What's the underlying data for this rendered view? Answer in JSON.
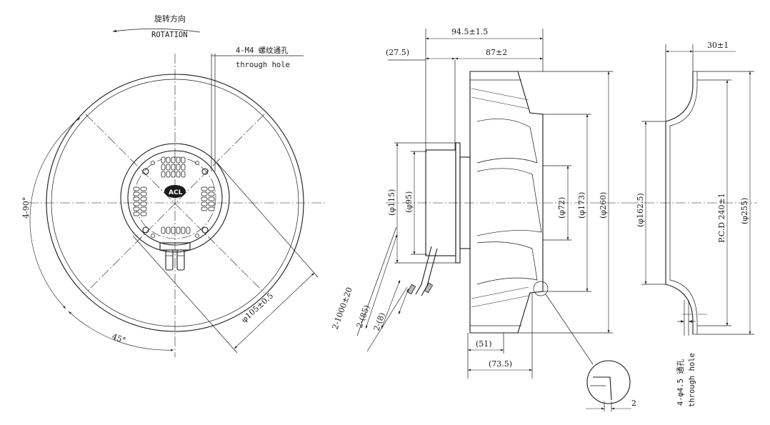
{
  "front_view": {
    "rotation_cn": "旋转方向",
    "rotation_en": "ROTATION",
    "hole_note_cn": "4-M4 螺纹通孔",
    "hole_note_en": "through hole",
    "angle_4x90": "4-90°",
    "angle_45": "45°",
    "dia_105": "φ105±0.5"
  },
  "side_view": {
    "len_94_5": "94.5±1.5",
    "len_27_5": "(27.5)",
    "len_87": "87±2",
    "dia_115": "(φ115)",
    "dia_95": "(φ95)",
    "dia_72": "(φ72)",
    "dia_173": "(φ173)",
    "dia_260": "(φ260)",
    "cable_1000": "2-1000±20",
    "cable_85": "2-(85)",
    "cable_8": "2-(8)",
    "len_51": "(51)",
    "len_73_5": "(73.5)",
    "detail_2": "2"
  },
  "ring_view": {
    "len_30": "30±1",
    "dia_162_5": "(φ162.5)",
    "pcd_240": "P.C.D 240±1",
    "dia_255": "(φ255)",
    "hole_note_cn": "4-φ4.5 通孔",
    "hole_note_en": "through hole"
  }
}
